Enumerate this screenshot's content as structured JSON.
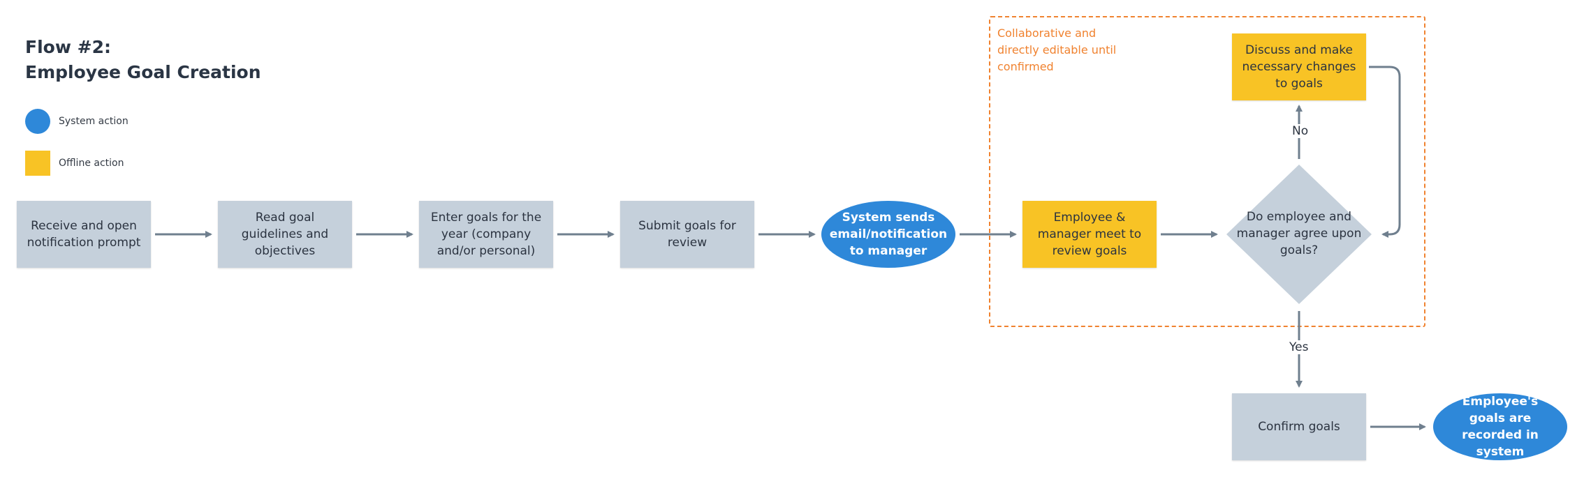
{
  "title": {
    "line1": "Flow #2:",
    "line2": "Employee Goal Creation"
  },
  "legend": {
    "system": "System action",
    "offline": "Offline action"
  },
  "colors": {
    "system": "#2e88d9",
    "offline": "#f8c325",
    "process": "#c5d0db",
    "group_border": "#f0822f",
    "arrow": "#6f7f8e"
  },
  "group": {
    "label": "Collaborative and directly editable until confirmed"
  },
  "nodes": {
    "receive": "Receive and open notification prompt",
    "read": "Read goal guidelines and objectives",
    "enter": "Enter goals for the year (company and/or personal)",
    "submit": "Submit goals for review",
    "system_sends": "System sends email/notification to manager",
    "meet": "Employee & manager meet to review goals",
    "decision": "Do employee and manager agree upon goals?",
    "discuss": "Discuss and make necessary changes to goals",
    "confirm": "Confirm goals",
    "recorded": "Employee's goals are recorded in system"
  },
  "edge_labels": {
    "no": "No",
    "yes": "Yes"
  }
}
